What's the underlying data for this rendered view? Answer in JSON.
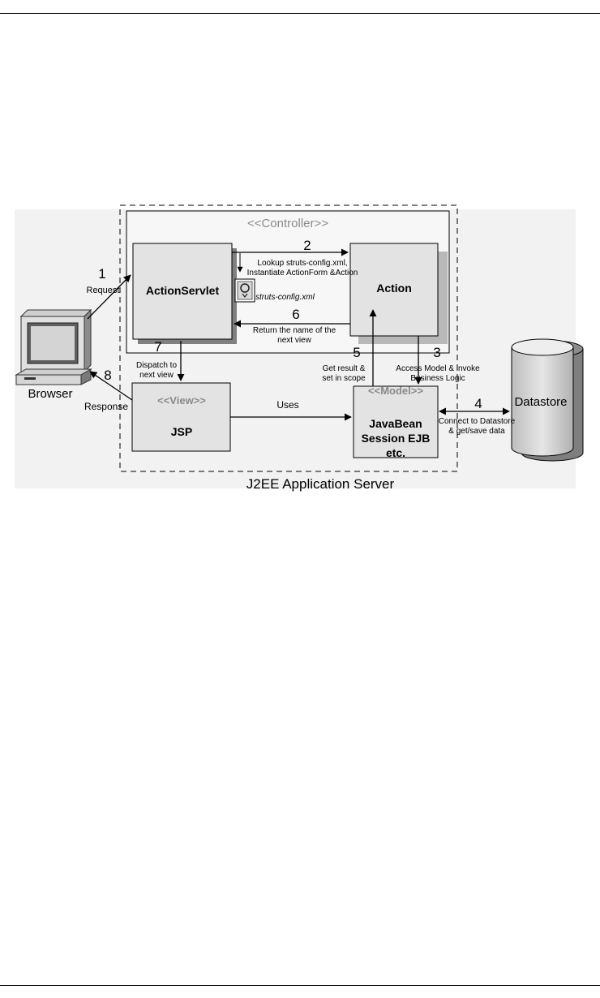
{
  "diagram": {
    "server_label": "J2EE Application Server",
    "controller_label": "<<Controller>>",
    "action_servlet": "ActionServlet",
    "action": "Action",
    "config_file": "struts-config.xml",
    "view": {
      "stereotype": "<<View>>",
      "name": "JSP"
    },
    "model": {
      "stereotype": "<<Model>>",
      "line1": "JavaBean",
      "line2": "Session EJB",
      "line3": "etc."
    },
    "browser": "Browser",
    "datastore": "Datastore",
    "steps": {
      "s1": {
        "num": "1",
        "line1": "Request"
      },
      "s2": {
        "num": "2",
        "line1": "Lookup struts-config.xml,",
        "line2": "Instantiate ActionForm &Action"
      },
      "s3": {
        "num": "3",
        "line1": "Access Model & invoke",
        "line2": "Business Logic"
      },
      "s4": {
        "num": "4",
        "line1": "Connect to Datastore",
        "line2": "& get/save data"
      },
      "s5": {
        "num": "5",
        "line1": "Get result &",
        "line2": "set in scope"
      },
      "s6": {
        "num": "6",
        "line1": "Return the name of the",
        "line2": "next view"
      },
      "s7": {
        "num": "7",
        "line1": "Dispatch to",
        "line2": "next view"
      },
      "s8": {
        "num": "8",
        "line1": "Response"
      }
    },
    "uses_label": "Uses"
  }
}
